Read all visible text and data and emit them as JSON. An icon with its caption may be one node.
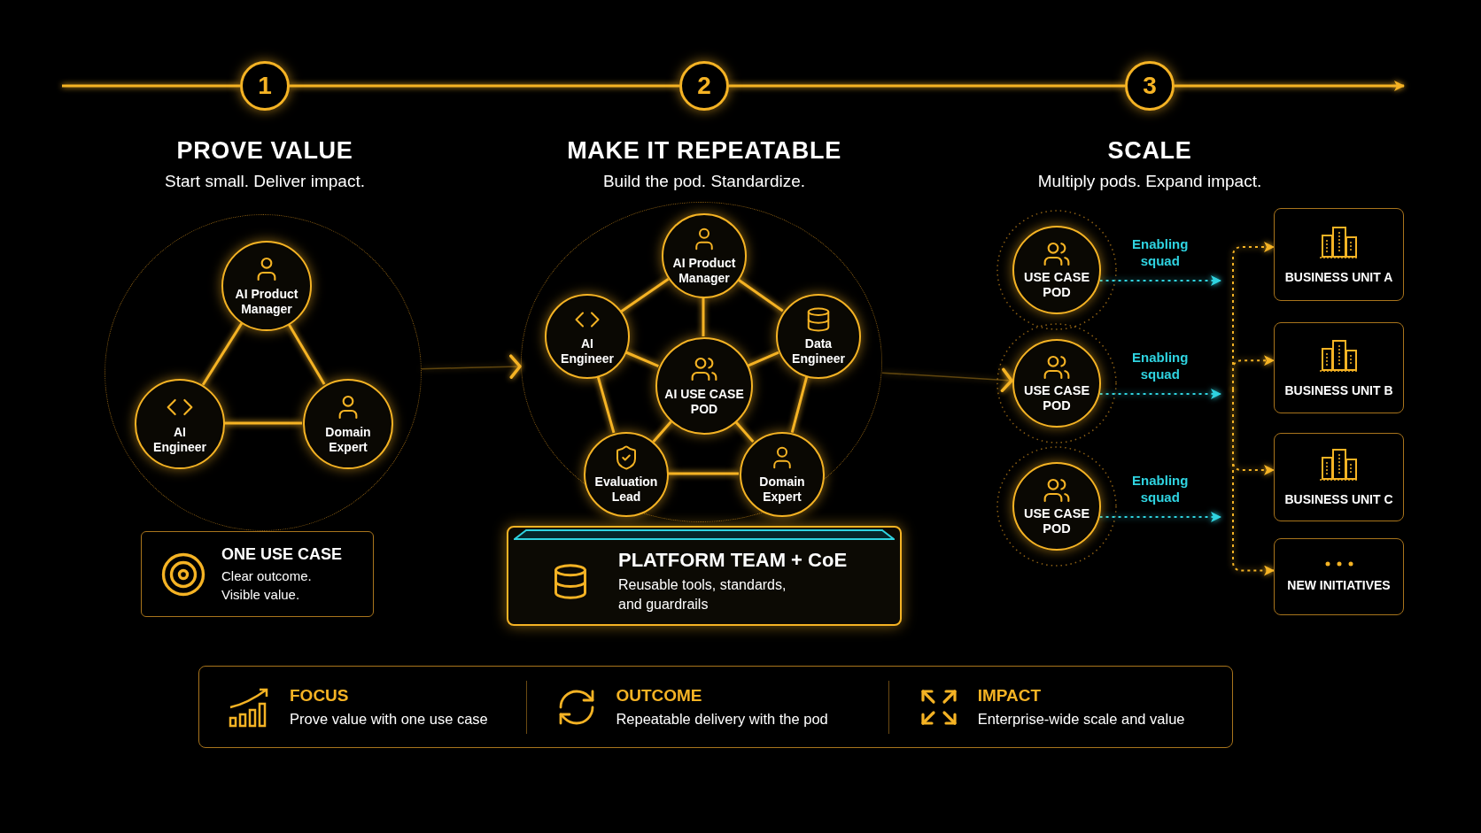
{
  "diagram": {
    "nodes": [
      {
        "text": [
          "1"
        ]
      },
      {
        "text": [
          "2"
        ]
      },
      {
        "text": [
          "3"
        ]
      },
      {
        "text": [],
        "shape": "circle"
      },
      {
        "text": [
          "AI Product Manager"
        ],
        "in": 3
      },
      {
        "text": [
          "AI Engineer"
        ],
        "in": 3
      },
      {
        "text": [
          "Domain Expert"
        ],
        "in": 3
      },
      {
        "text": [
          "ONE USE CASE",
          "Clear outcome. Visible value."
        ]
      },
      {
        "text": [],
        "shape": "circle"
      },
      {
        "text": [
          "AI Product Manager"
        ],
        "in": 8
      },
      {
        "text": [
          "AI Engineer"
        ],
        "in": 8
      },
      {
        "text": [
          "Data Engineer"
        ],
        "in": 8
      },
      {
        "text": [
          "AI USE CASE POD"
        ],
        "in": 8
      },
      {
        "text": [
          "Evaluation Lead"
        ],
        "in": 8
      },
      {
        "text": [
          "Domain Expert"
        ],
        "in": 8
      },
      {
        "text": [
          "PLATFORM TEAM + CoE",
          "Reusable tools, standards, and guardrails"
        ]
      },
      {
        "text": [
          "USE CASE POD"
        ]
      },
      {
        "text": [
          "USE CASE POD"
        ]
      },
      {
        "text": [
          "USE CASE POD"
        ]
      },
      {
        "text": [
          "BUSINESS UNIT A"
        ]
      },
      {
        "text": [
          "BUSINESS UNIT B"
        ]
      },
      {
        "text": [
          "BUSINESS UNIT C"
        ]
      },
      {
        "text": [
          "NEW INITIATIVES"
        ]
      },
      {
        "text": [
          "FOCUS",
          "Prove value with one use case",
          "OUTCOME",
          "Repeatable delivery with the pod",
          "IMPACT",
          "Enterprise-wide scale and value"
        ]
      }
    ],
    "edges": [
      {
        "from": null,
        "to": 0,
        "arrow": "none"
      },
      {
        "from": 0,
        "to": 1,
        "arrow": "none"
      },
      {
        "from": 1,
        "to": 2,
        "arrow": "none"
      },
      {
        "from": 2,
        "to": null,
        "arrow": "to"
      },
      {
        "from": 4,
        "to": 5,
        "arrow": "none"
      },
      {
        "from": 4,
        "to": 6,
        "arrow": "none"
      },
      {
        "from": 5,
        "to": 6,
        "arrow": "none"
      },
      {
        "from": 3,
        "to": 8,
        "arrow": "to"
      },
      {
        "from": 9,
        "to": 10,
        "arrow": "none"
      },
      {
        "from": 9,
        "to": 11,
        "arrow": "none"
      },
      {
        "from": 10,
        "to": 13,
        "arrow": "none"
      },
      {
        "from": 11,
        "to": 14,
        "arrow": "none"
      },
      {
        "from": 13,
        "to": 14,
        "arrow": "none"
      },
      {
        "from": 12,
        "to": 9,
        "arrow": "none"
      },
      {
        "from": 12,
        "to": 10,
        "arrow": "none"
      },
      {
        "from": 12,
        "to": 11,
        "arrow": "none"
      },
      {
        "from": 12,
        "to": 13,
        "arrow": "none"
      },
      {
        "from": 12,
        "to": 14,
        "arrow": "none"
      },
      {
        "from": 8,
        "to": 17,
        "arrow": "to"
      },
      {
        "from": 16,
        "to": null,
        "arrow": "to",
        "label": "Enabling squad",
        "style": "dashed",
        "color": "#2fd3e0"
      },
      {
        "from": 17,
        "to": null,
        "arrow": "to",
        "label": "Enabling squad",
        "style": "dashed",
        "color": "#2fd3e0"
      },
      {
        "from": 18,
        "to": null,
        "arrow": "to",
        "label": "Enabling squad",
        "style": "dashed",
        "color": "#2fd3e0"
      },
      {
        "from": null,
        "to": 19,
        "arrow": "to",
        "style": "dashed"
      },
      {
        "from": null,
        "to": 20,
        "arrow": "to",
        "style": "dashed"
      },
      {
        "from": null,
        "to": 21,
        "arrow": "to",
        "style": "dashed"
      },
      {
        "from": null,
        "to": 22,
        "arrow": "to",
        "style": "dashed"
      }
    ],
    "labels": [
      "PROVE VALUE",
      "Start small. Deliver impact.",
      "MAKE IT REPEATABLE",
      "Build the pod. Standardize.",
      "SCALE",
      "Multiply pods. Expand impact."
    ]
  }
}
